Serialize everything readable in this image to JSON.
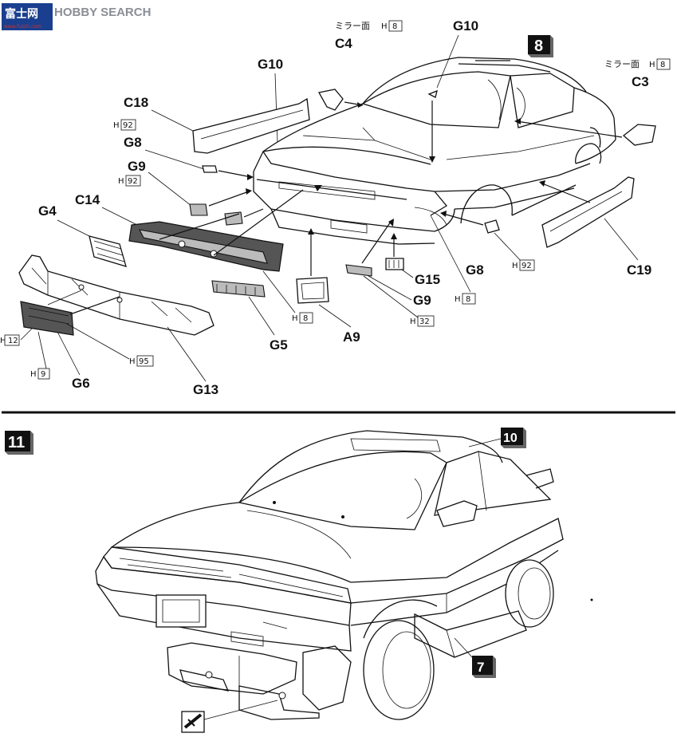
{
  "watermark": {
    "brand_cn": "富士网",
    "brand_en": "HOBBY SEARCH",
    "sub": "www.fuishi.com"
  },
  "step8": {
    "number": "8"
  },
  "step10": {
    "number": "10"
  },
  "step11": {
    "number": "11"
  },
  "step7": {
    "number": "7"
  },
  "notes": {
    "mirror_face": "ミラー面",
    "h": "H"
  },
  "labels": {
    "C4": "C4",
    "C3": "C3",
    "G10_top": "G10",
    "G10_left": "G10",
    "C18": "C18",
    "G8_left": "G8",
    "G9_left": "G9",
    "C14": "C14",
    "G4": "G4",
    "G5": "G5",
    "G6": "G6",
    "G13": "G13",
    "A9": "A9",
    "G15": "G15",
    "G9_right": "G9",
    "G8_right": "G8",
    "C19": "C19"
  },
  "paint_codes": {
    "c4": "8",
    "c3": "8",
    "c18": "92",
    "g8_left": "92",
    "g9_left": "92",
    "g5": "8",
    "g6": "9",
    "g4": "12",
    "g13": "95",
    "g15": "8",
    "g9_right": "32",
    "g8_right": "92"
  }
}
